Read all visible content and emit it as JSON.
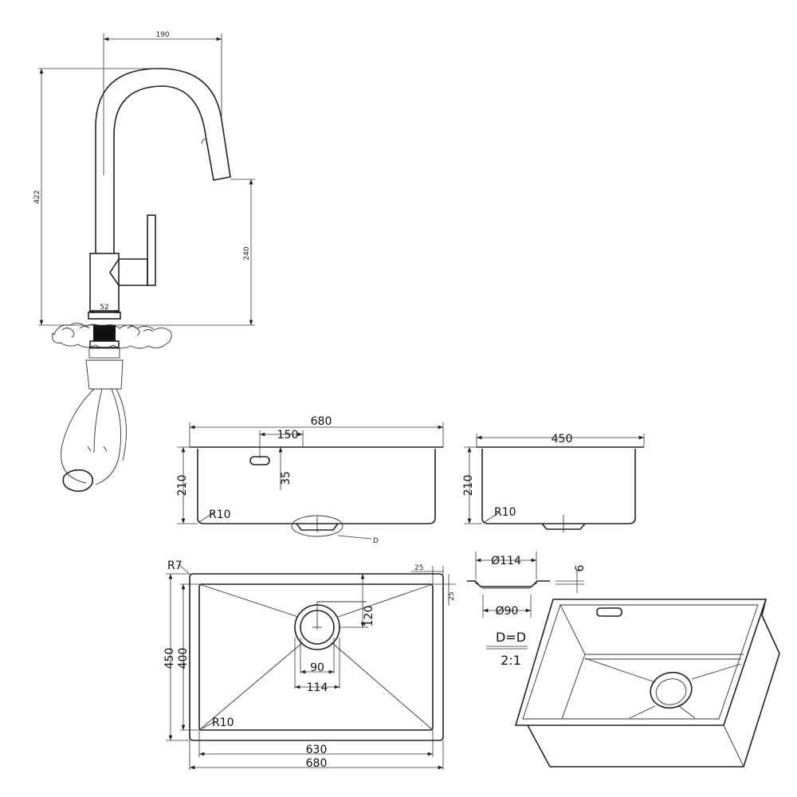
{
  "faucet": {
    "reach": "190",
    "height": "422",
    "spout_height": "240",
    "base_diameter": "52"
  },
  "sink_front": {
    "width": "680",
    "overflow_offset": "150",
    "overflow_depth": "35",
    "depth": "210",
    "radius": "R10",
    "detail_marker": "D"
  },
  "sink_side": {
    "width": "450",
    "depth": "210",
    "radius": "R10"
  },
  "sink_top": {
    "corner_radius": "R7",
    "rim_top": "25",
    "rim_side": "25",
    "drain_offset": "120",
    "outer_depth": "450",
    "inner_depth": "400",
    "drain_inner": "90",
    "drain_outer": "114",
    "inner_radius": "R10",
    "inner_width": "630",
    "outer_width": "680"
  },
  "drain_detail": {
    "outer_diameter": "Ø114",
    "thickness": "6",
    "inner_diameter": "Ø90",
    "title": "D=D",
    "scale": "2:1"
  }
}
